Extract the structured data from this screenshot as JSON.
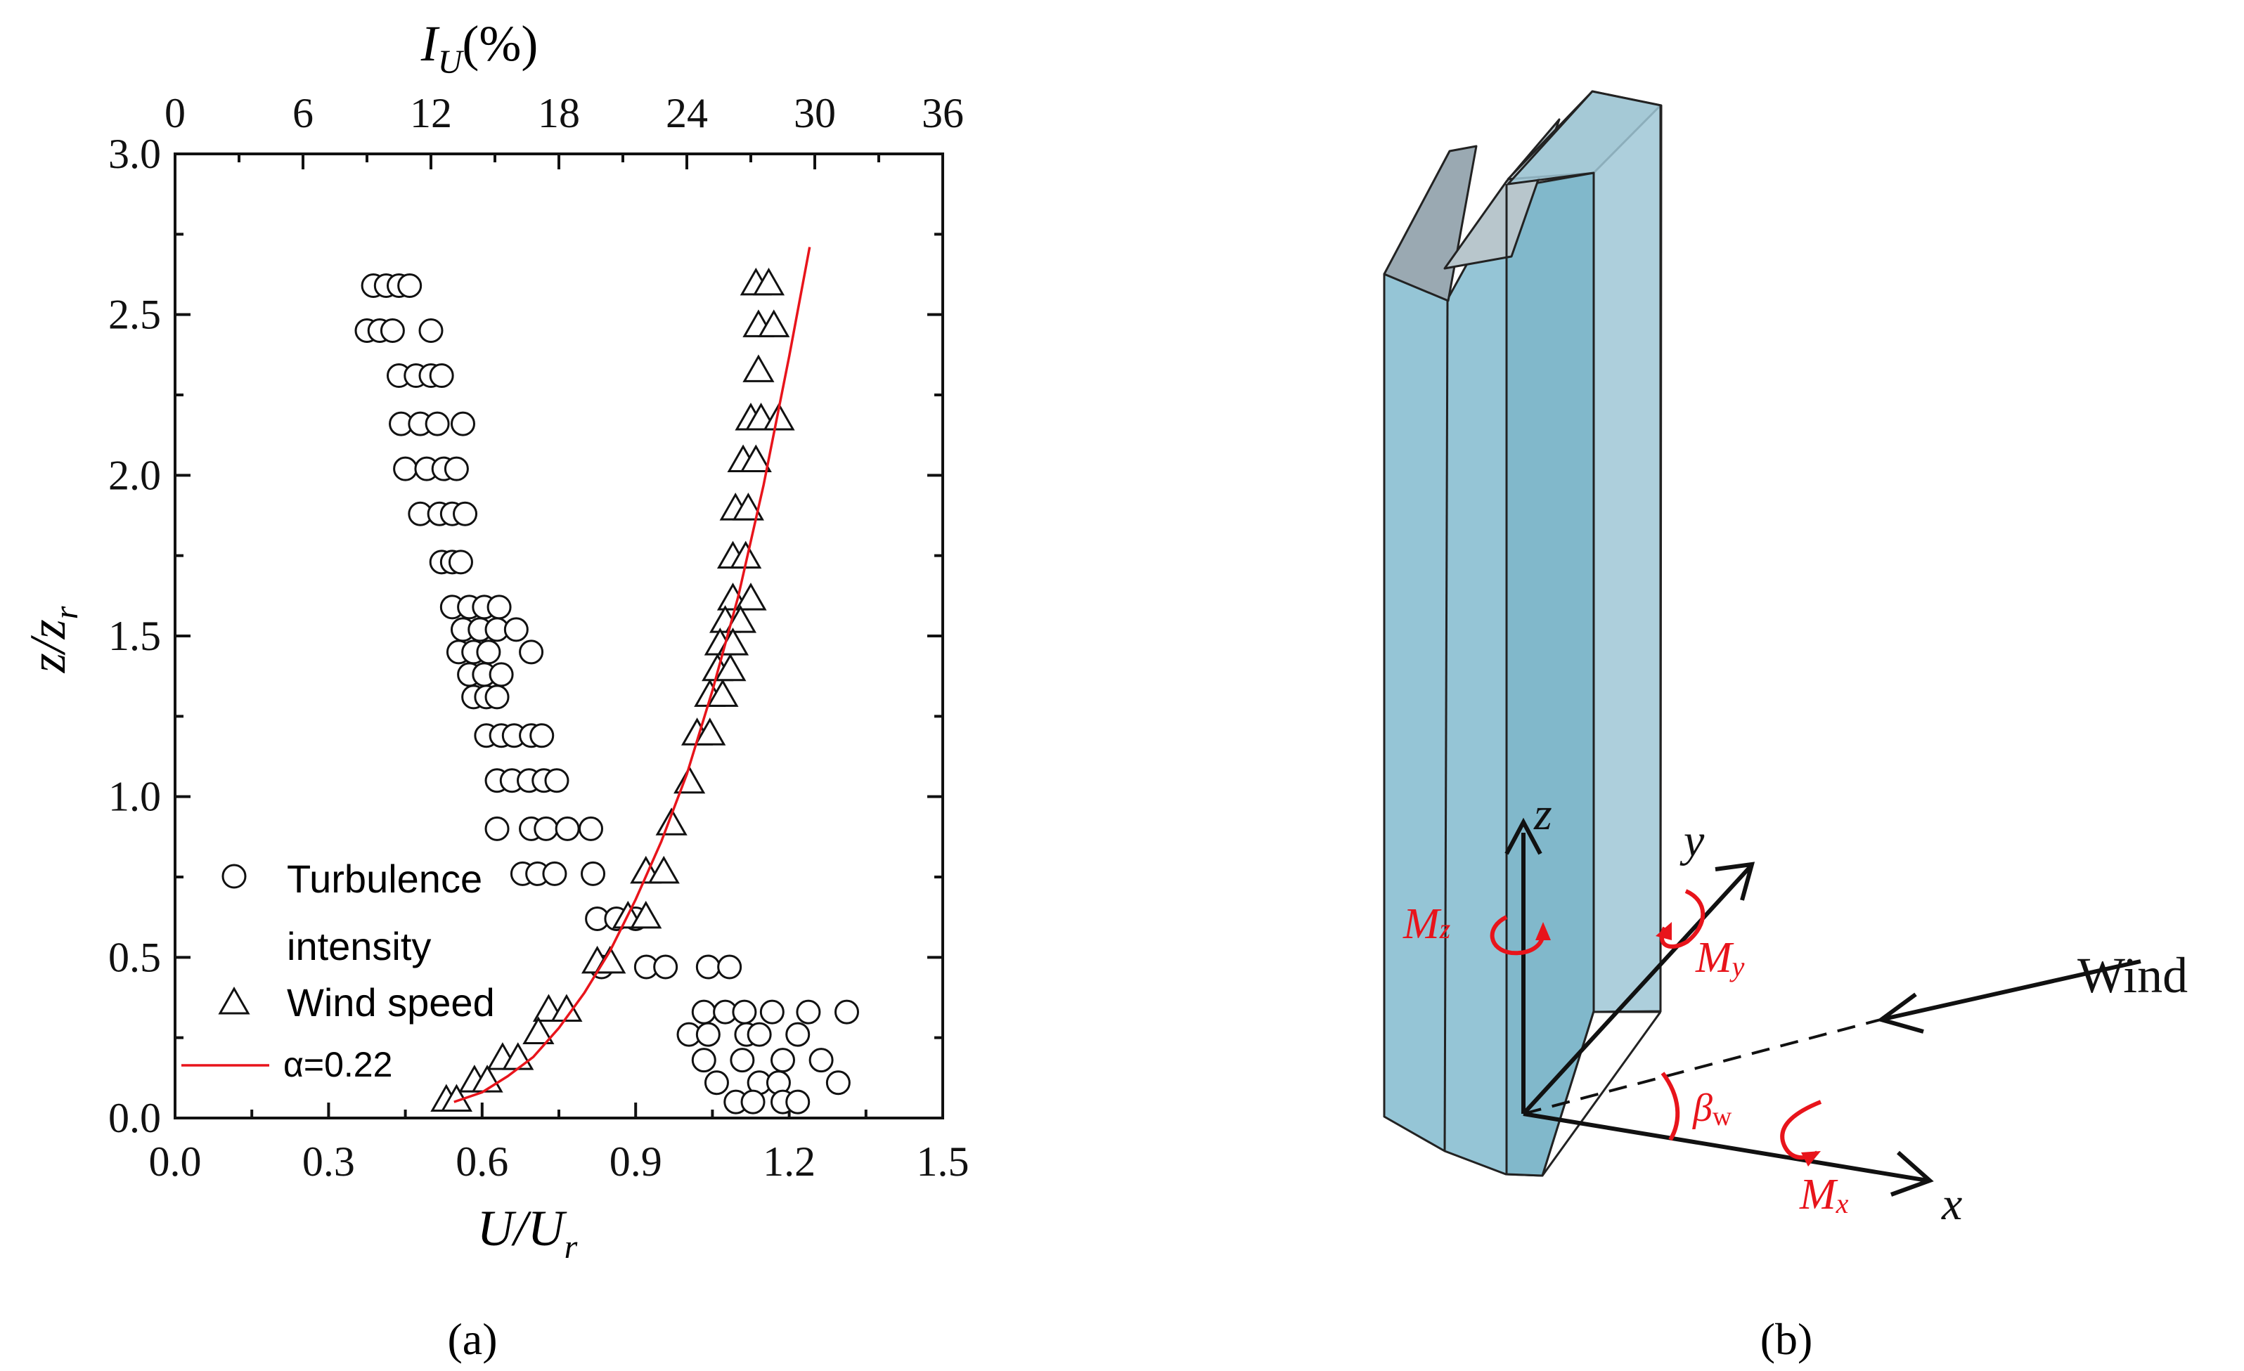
{
  "chart_data": {
    "type": "scatter",
    "panel_label": "(a)",
    "x_bottom": {
      "label_main": "U/U",
      "label_sub": "r",
      "range": [
        0.0,
        1.5
      ],
      "ticks": [
        "0.0",
        "0.3",
        "0.6",
        "0.9",
        "1.2",
        "1.5"
      ]
    },
    "x_top": {
      "label_main": "I",
      "label_sub": "U",
      "label_suffix": "(%)",
      "range": [
        0,
        36
      ],
      "ticks": [
        "0",
        "6",
        "12",
        "18",
        "24",
        "30",
        "36"
      ]
    },
    "y": {
      "label_main": "z/z",
      "label_sub": "r",
      "range": [
        0.0,
        3.0
      ],
      "ticks": [
        "0.0",
        "0.5",
        "1.0",
        "1.5",
        "2.0",
        "2.5",
        "3.0"
      ]
    },
    "series": [
      {
        "name": "Turbulence intensity",
        "name_line1": "Turbulence",
        "name_line2": "intensity",
        "marker": "circle",
        "axis": "top",
        "points": [
          [
            9.3,
            2.59
          ],
          [
            9.9,
            2.59
          ],
          [
            10.5,
            2.59
          ],
          [
            11.0,
            2.59
          ],
          [
            9.0,
            2.45
          ],
          [
            9.6,
            2.45
          ],
          [
            10.2,
            2.45
          ],
          [
            12.0,
            2.45
          ],
          [
            10.5,
            2.31
          ],
          [
            11.3,
            2.31
          ],
          [
            12.0,
            2.31
          ],
          [
            12.5,
            2.31
          ],
          [
            10.6,
            2.16
          ],
          [
            11.5,
            2.16
          ],
          [
            12.3,
            2.16
          ],
          [
            13.5,
            2.16
          ],
          [
            10.8,
            2.02
          ],
          [
            11.8,
            2.02
          ],
          [
            12.6,
            2.02
          ],
          [
            13.2,
            2.02
          ],
          [
            11.5,
            1.88
          ],
          [
            12.4,
            1.88
          ],
          [
            13.0,
            1.88
          ],
          [
            13.6,
            1.88
          ],
          [
            12.5,
            1.73
          ],
          [
            13.0,
            1.73
          ],
          [
            13.4,
            1.73
          ],
          [
            13.0,
            1.59
          ],
          [
            13.8,
            1.59
          ],
          [
            14.5,
            1.59
          ],
          [
            15.2,
            1.59
          ],
          [
            13.5,
            1.52
          ],
          [
            14.3,
            1.52
          ],
          [
            15.1,
            1.52
          ],
          [
            16.0,
            1.52
          ],
          [
            13.3,
            1.45
          ],
          [
            14.0,
            1.45
          ],
          [
            14.7,
            1.45
          ],
          [
            16.7,
            1.45
          ],
          [
            13.8,
            1.38
          ],
          [
            14.5,
            1.38
          ],
          [
            15.3,
            1.38
          ],
          [
            14.0,
            1.31
          ],
          [
            14.6,
            1.31
          ],
          [
            15.1,
            1.31
          ],
          [
            14.6,
            1.19
          ],
          [
            15.3,
            1.19
          ],
          [
            15.9,
            1.19
          ],
          [
            16.7,
            1.19
          ],
          [
            17.2,
            1.19
          ],
          [
            15.1,
            1.05
          ],
          [
            15.8,
            1.05
          ],
          [
            16.6,
            1.05
          ],
          [
            17.3,
            1.05
          ],
          [
            17.9,
            1.05
          ],
          [
            15.1,
            0.9
          ],
          [
            16.7,
            0.9
          ],
          [
            17.4,
            0.9
          ],
          [
            18.4,
            0.9
          ],
          [
            19.5,
            0.9
          ],
          [
            16.3,
            0.76
          ],
          [
            17.0,
            0.76
          ],
          [
            17.8,
            0.76
          ],
          [
            19.6,
            0.76
          ],
          [
            19.8,
            0.62
          ],
          [
            20.7,
            0.62
          ],
          [
            21.6,
            0.62
          ],
          [
            20.0,
            0.47
          ],
          [
            22.1,
            0.47
          ],
          [
            23.0,
            0.47
          ],
          [
            25.0,
            0.47
          ],
          [
            26.0,
            0.47
          ],
          [
            24.8,
            0.33
          ],
          [
            25.8,
            0.33
          ],
          [
            26.7,
            0.33
          ],
          [
            28.0,
            0.33
          ],
          [
            29.7,
            0.33
          ],
          [
            31.5,
            0.33
          ],
          [
            24.1,
            0.26
          ],
          [
            25.0,
            0.26
          ],
          [
            26.8,
            0.26
          ],
          [
            27.4,
            0.26
          ],
          [
            29.2,
            0.26
          ],
          [
            24.8,
            0.18
          ],
          [
            26.6,
            0.18
          ],
          [
            28.5,
            0.18
          ],
          [
            30.3,
            0.18
          ],
          [
            25.4,
            0.11
          ],
          [
            27.4,
            0.11
          ],
          [
            28.3,
            0.11
          ],
          [
            31.1,
            0.11
          ],
          [
            26.3,
            0.05
          ],
          [
            27.1,
            0.05
          ],
          [
            28.5,
            0.05
          ],
          [
            29.2,
            0.05
          ]
        ]
      },
      {
        "name": "Wind speed",
        "marker": "triangle",
        "axis": "bottom",
        "points": [
          [
            1.135,
            2.6
          ],
          [
            1.16,
            2.6
          ],
          [
            1.14,
            2.47
          ],
          [
            1.17,
            2.47
          ],
          [
            1.14,
            2.33
          ],
          [
            1.125,
            2.18
          ],
          [
            1.145,
            2.18
          ],
          [
            1.18,
            2.18
          ],
          [
            1.11,
            2.05
          ],
          [
            1.135,
            2.05
          ],
          [
            1.095,
            1.9
          ],
          [
            1.12,
            1.9
          ],
          [
            1.09,
            1.75
          ],
          [
            1.115,
            1.75
          ],
          [
            1.09,
            1.62
          ],
          [
            1.125,
            1.62
          ],
          [
            1.075,
            1.55
          ],
          [
            1.105,
            1.55
          ],
          [
            1.065,
            1.48
          ],
          [
            1.09,
            1.48
          ],
          [
            1.06,
            1.4
          ],
          [
            1.085,
            1.4
          ],
          [
            1.045,
            1.32
          ],
          [
            1.07,
            1.32
          ],
          [
            1.02,
            1.2
          ],
          [
            1.045,
            1.2
          ],
          [
            1.005,
            1.05
          ],
          [
            0.97,
            0.92
          ],
          [
            0.92,
            0.77
          ],
          [
            0.955,
            0.77
          ],
          [
            0.885,
            0.63
          ],
          [
            0.92,
            0.63
          ],
          [
            0.825,
            0.49
          ],
          [
            0.85,
            0.49
          ],
          [
            0.73,
            0.34
          ],
          [
            0.765,
            0.34
          ],
          [
            0.71,
            0.27
          ],
          [
            0.64,
            0.19
          ],
          [
            0.67,
            0.19
          ],
          [
            0.585,
            0.12
          ],
          [
            0.61,
            0.12
          ],
          [
            0.53,
            0.06
          ],
          [
            0.55,
            0.06
          ]
        ]
      },
      {
        "name": "α=0.22",
        "marker": "line",
        "color": "#e8141b",
        "axis": "bottom",
        "points": [
          [
            0.545,
            0.05
          ],
          [
            0.6,
            0.08
          ],
          [
            0.65,
            0.13
          ],
          [
            0.7,
            0.19
          ],
          [
            0.75,
            0.28
          ],
          [
            0.8,
            0.39
          ],
          [
            0.85,
            0.52
          ],
          [
            0.9,
            0.68
          ],
          [
            0.95,
            0.86
          ],
          [
            1.0,
            1.07
          ],
          [
            1.05,
            1.33
          ],
          [
            1.1,
            1.62
          ],
          [
            1.15,
            1.97
          ],
          [
            1.2,
            2.37
          ],
          [
            1.24,
            2.71
          ]
        ]
      }
    ],
    "legend_position": "bottom-left",
    "grid": false
  },
  "diagram": {
    "panel_label": "(b)",
    "axes": {
      "z": "z",
      "y": "y",
      "x": "x"
    },
    "moments": {
      "mz_main": "M",
      "mz_sub": "z",
      "my_main": "M",
      "my_sub": "y",
      "mx_main": "M",
      "mx_sub": "x"
    },
    "angle": {
      "main": "β",
      "sub": "w"
    },
    "wind_label": "Wind",
    "colors": {
      "arrow": "#111111",
      "moment": "#e8141b",
      "body_fill": "#8cc0d2",
      "body_stroke": "#222222"
    }
  }
}
